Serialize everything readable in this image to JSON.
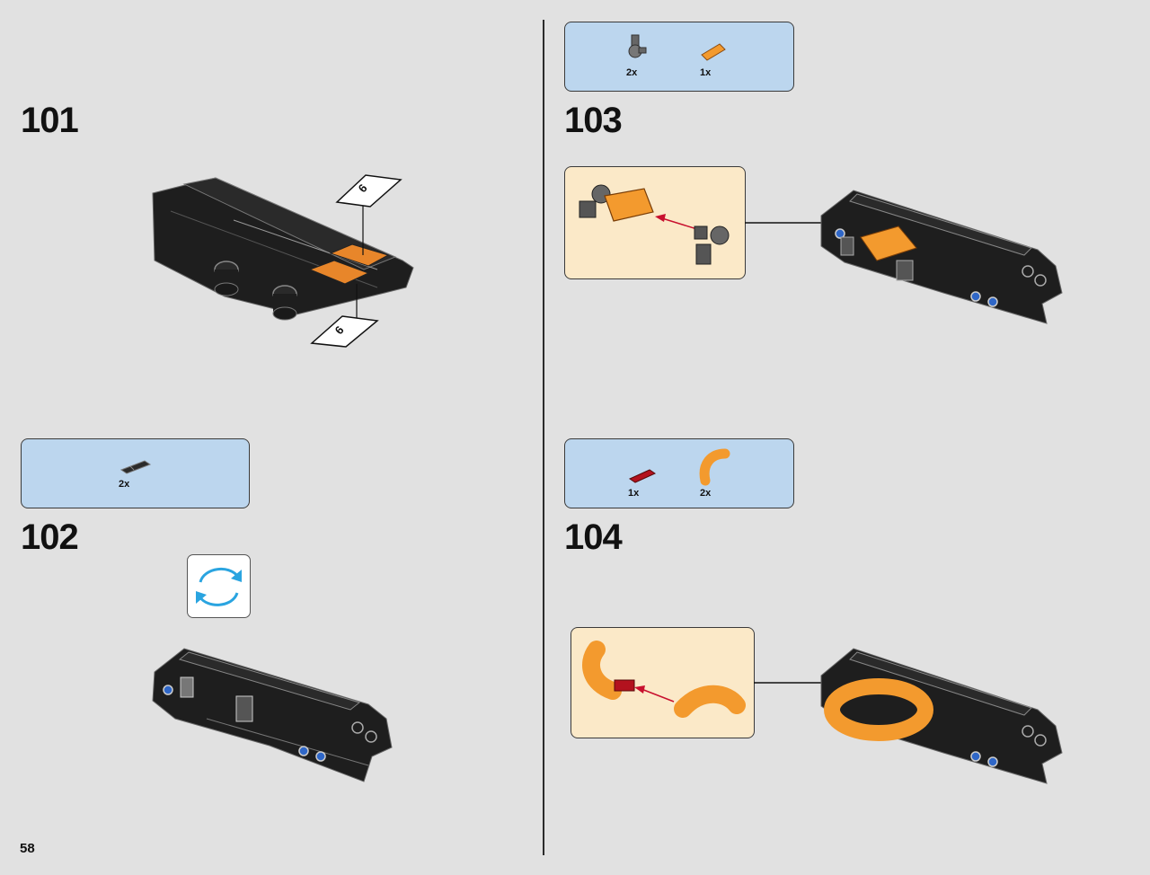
{
  "page": {
    "number": "58"
  },
  "steps": [
    {
      "number": "101"
    },
    {
      "number": "102",
      "parts": [
        {
          "qty": "2x",
          "icon": "technic-pin-black-icon"
        }
      ]
    },
    {
      "number": "103",
      "parts": [
        {
          "qty": "2x",
          "icon": "axle-connector-gray-icon"
        },
        {
          "qty": "1x",
          "icon": "tube-orange-icon"
        }
      ]
    },
    {
      "number": "104",
      "parts": [
        {
          "qty": "1x",
          "icon": "axle-red-icon"
        },
        {
          "qty": "2x",
          "icon": "curved-tube-orange-icon"
        }
      ]
    }
  ],
  "stickers": [
    "6",
    "6"
  ],
  "colors": {
    "background": "#e1e1e1",
    "parts_box": "#bcd6ee",
    "callout": "#fbe9c8",
    "model": "#1f1f1f",
    "accent_orange": "#f39a2e",
    "arrow_red": "#c8102e",
    "rotate_blue": "#2aa4e0"
  }
}
